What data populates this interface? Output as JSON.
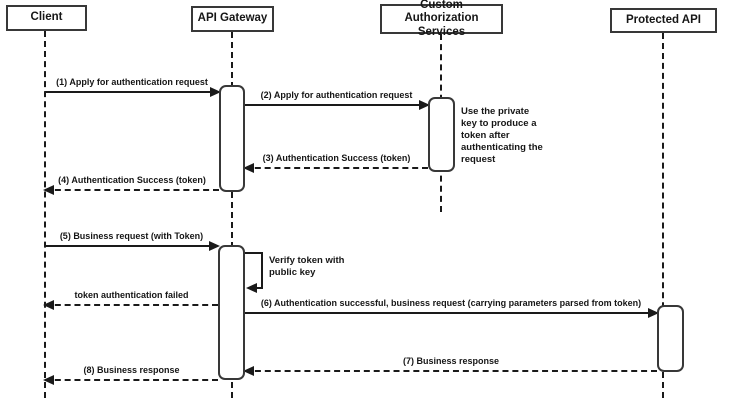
{
  "diagram": {
    "kind": "sequence-diagram",
    "background": "#ffffff",
    "line_color": "#1a1a1a",
    "box_border_color": "#383838"
  },
  "actors": [
    {
      "label": "Client"
    },
    {
      "label": "API Gateway"
    },
    {
      "label": "Custom Authorization Services"
    },
    {
      "label": "Protected API"
    }
  ],
  "messages": [
    {
      "label": "(1) Apply for authentication request",
      "from": "Client",
      "to": "API Gateway",
      "style": "solid"
    },
    {
      "label": "(2) Apply for authentication request",
      "from": "API Gateway",
      "to": "Custom Authorization Services",
      "style": "solid"
    },
    {
      "label": "(3) Authentication Success (token)",
      "from": "Custom Authorization Services",
      "to": "API Gateway",
      "style": "dashed"
    },
    {
      "label": "(4) Authentication Success (token)",
      "from": "API Gateway",
      "to": "Client",
      "style": "dashed"
    },
    {
      "label": "(5) Business request (with Token)",
      "from": "Client",
      "to": "API Gateway",
      "style": "solid"
    },
    {
      "label": "Verify token with public key",
      "from": "API Gateway",
      "to": "API Gateway",
      "style": "self"
    },
    {
      "label": "token authentication failed",
      "from": "API Gateway",
      "to": "Client",
      "style": "dashed"
    },
    {
      "label": "(6) Authentication successful, business request (carrying parameters parsed from token)",
      "from": "API Gateway",
      "to": "Protected API",
      "style": "solid"
    },
    {
      "label": "(7) Business response",
      "from": "Protected API",
      "to": "API Gateway",
      "style": "dashed"
    },
    {
      "label": "(8) Business response",
      "from": "API Gateway",
      "to": "Client",
      "style": "dashed"
    }
  ],
  "notes": [
    {
      "label": "Use the private key to produce a token after authenticating the request",
      "attached_to": "Custom Authorization Services"
    }
  ]
}
